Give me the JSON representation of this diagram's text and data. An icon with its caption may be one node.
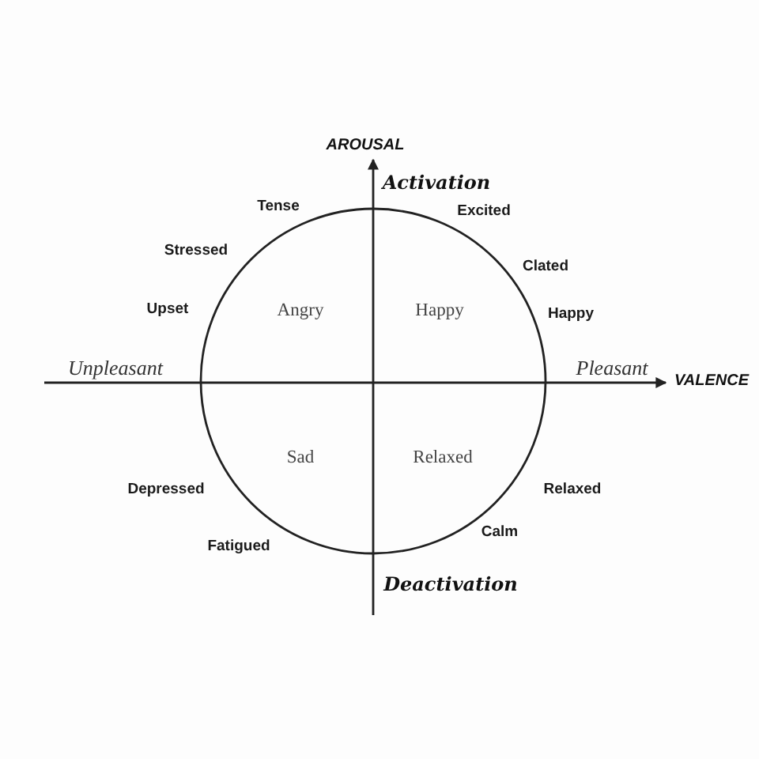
{
  "diagram": {
    "labels": [
      "AROUSAL",
      "Activation",
      "Tense",
      "Excited",
      "Stressed",
      "Clated",
      "Upset",
      "Angry",
      "Happy",
      "Happy",
      "Unpleasant",
      "Pleasant",
      "VALENCE",
      "Sad",
      "Relaxed",
      "Depressed",
      "Relaxed",
      "Calm",
      "Fatigued",
      "Deactivation"
    ]
  }
}
